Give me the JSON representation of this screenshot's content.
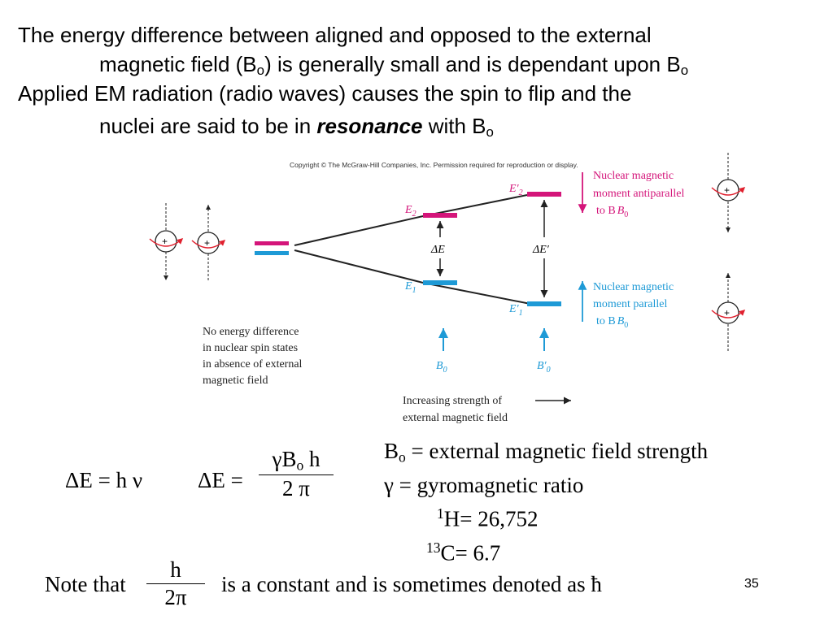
{
  "intro": {
    "l1": "The energy difference between aligned and opposed to the external",
    "l2_pre": "magnetic field (B",
    "l2_sub": "o",
    "l2_post": ") is generally small and is dependant upon B",
    "l2_sub2": "o",
    "l3": "Applied EM radiation (radio waves) causes the spin to flip and the",
    "l4_pre": "nuclei are said to be in ",
    "l4_em": "resonance",
    "l4_post": " with B",
    "l4_sub": "o"
  },
  "figure": {
    "copyright": "Copyright © The McGraw-Hill Companies, Inc. Permission required for reproduction or display.",
    "e2": "E",
    "e2_sub": "2",
    "e2p": "E′",
    "e2p_sub": "2",
    "e1": "E",
    "e1_sub": "1",
    "e1p": "E′",
    "e1p_sub": "1",
    "de": "ΔE",
    "dep": "ΔE′",
    "b0": "B",
    "b0_sub": "0",
    "b0p": "B′",
    "b0p_sub": "0",
    "anti_l1": "Nuclear magnetic",
    "anti_l2": "moment antiparallel",
    "anti_l3": "to B",
    "anti_l3_sub": "0",
    "par_l1": "Nuclear magnetic",
    "par_l2": "moment parallel",
    "par_l3": "to B",
    "par_l3_sub": "0",
    "noe_l1": "No energy difference",
    "noe_l2": "in nuclear spin states",
    "noe_l3": "in absence of external",
    "noe_l4": "magnetic field",
    "inc_l1": "Increasing strength of",
    "inc_l2": "external magnetic field",
    "plus": "+",
    "colors": {
      "magenta": "#d4157a",
      "cyan": "#1e9ad6",
      "red": "#e0202e"
    }
  },
  "equations": {
    "eq1": "ΔE = h ν",
    "eq2_lhs": "ΔE =",
    "eq2_num_pre": "γB",
    "eq2_num_sub": "o",
    "eq2_num_post": " h",
    "eq2_den": "2 π"
  },
  "definitions": {
    "b_pre": "B",
    "b_sub": "o",
    "b_post": " = external magnetic field strength",
    "gamma": "γ = gyromagnetic ratio",
    "h_sup": "1",
    "h_post": "H= 26,752",
    "c_sup": "13",
    "c_post": "C= 6.7"
  },
  "note": {
    "pre": "Note that",
    "num": "h",
    "den": "2π",
    "post": "is a constant and is sometimes denoted as ħ"
  },
  "slide_number": "35"
}
